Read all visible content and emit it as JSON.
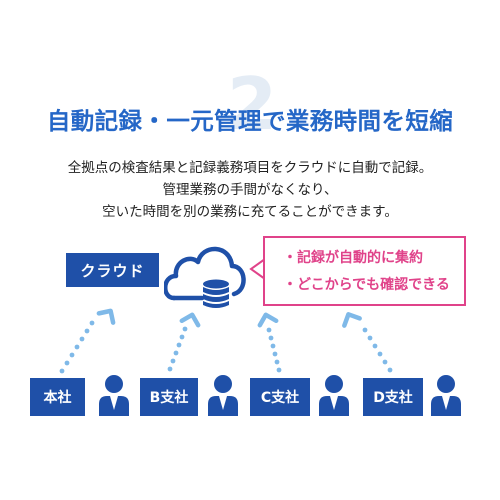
{
  "step_number": "2",
  "headline": "自動記録・一元管理で業務時間を短縮",
  "description": [
    "全拠点の検査結果と記録義務項目をクラウドに自動で記録。",
    "管理業務の手間がなくなり、",
    "空いた時間を別の業務に充てることができます。"
  ],
  "cloud": {
    "label": "クラウド",
    "icon": "cloud-database-icon"
  },
  "benefits": [
    "・記録が自動的に集約",
    "・どこからでも確認できる"
  ],
  "offices": [
    {
      "label": "本社",
      "icon": "person-icon"
    },
    {
      "label": "B支社",
      "icon": "person-icon"
    },
    {
      "label": "C支社",
      "icon": "person-icon"
    },
    {
      "label": "D支社",
      "icon": "person-icon"
    }
  ],
  "colors": {
    "primary_blue": "#2567c7",
    "navy": "#1f50a8",
    "accent_pink": "#e0438a",
    "arrow_blue": "#7fb9e8",
    "watermark_number": "#e4ecf5"
  }
}
